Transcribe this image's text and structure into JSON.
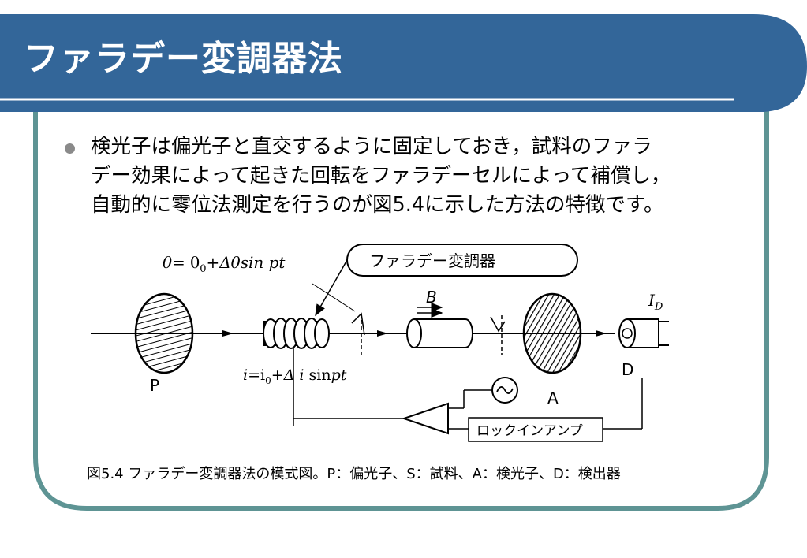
{
  "slide": {
    "title": "ファラデー変調器法",
    "colors": {
      "header": "#336699",
      "frame": "#5e9494"
    }
  },
  "bullet": {
    "lines": [
      "検光子は偏光子と直交するように固定しておき，試料のファラ",
      "デー効果によって起きた回転をファラデーセルによって補償し，",
      "自動的に零位法測定を行うのが図5.4に示した方法の特徴です。"
    ]
  },
  "diagram": {
    "theta_eq": {
      "lhs": "θ",
      "rest": "= θ",
      "sub": "0",
      "plus": "+Δθsin ",
      "pt": "pt"
    },
    "modulator_label": "ファラデー変調器",
    "b_label": "B",
    "id_label": {
      "main": "I",
      "sub": "D"
    },
    "p_label": "P",
    "a_label": "A",
    "d_label": "D",
    "current_eq": {
      "i1": "i",
      "eq": "=i",
      "sub": "0",
      "delta": "+Δ ",
      "i2": "i",
      "sin": " sin",
      "pt": "pt"
    },
    "lockin_label": "ロックインアンプ"
  },
  "caption": "図5.4 ファラデー変調器法の模式図。P：偏光子、S：試料、A：検光子、D：検出器"
}
